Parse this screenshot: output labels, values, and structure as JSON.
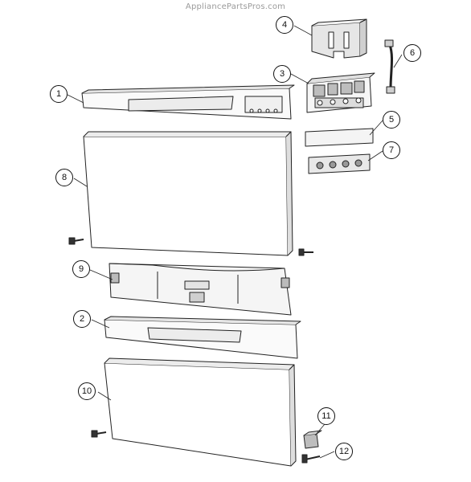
{
  "watermark": "AppliancePartsPros.com",
  "callouts": [
    {
      "id": "1",
      "label": "1"
    },
    {
      "id": "2",
      "label": "2"
    },
    {
      "id": "3",
      "label": "3"
    },
    {
      "id": "4",
      "label": "4"
    },
    {
      "id": "5",
      "label": "5"
    },
    {
      "id": "6",
      "label": "6"
    },
    {
      "id": "7",
      "label": "7"
    },
    {
      "id": "8",
      "label": "8"
    },
    {
      "id": "9",
      "label": "9"
    },
    {
      "id": "10",
      "label": "10"
    },
    {
      "id": "11",
      "label": "11"
    },
    {
      "id": "12",
      "label": "12"
    }
  ],
  "colors": {
    "line": "#222222",
    "fill": "#ffffff",
    "shade": "#cfcfcf",
    "watermark": "#9a9a9a"
  }
}
